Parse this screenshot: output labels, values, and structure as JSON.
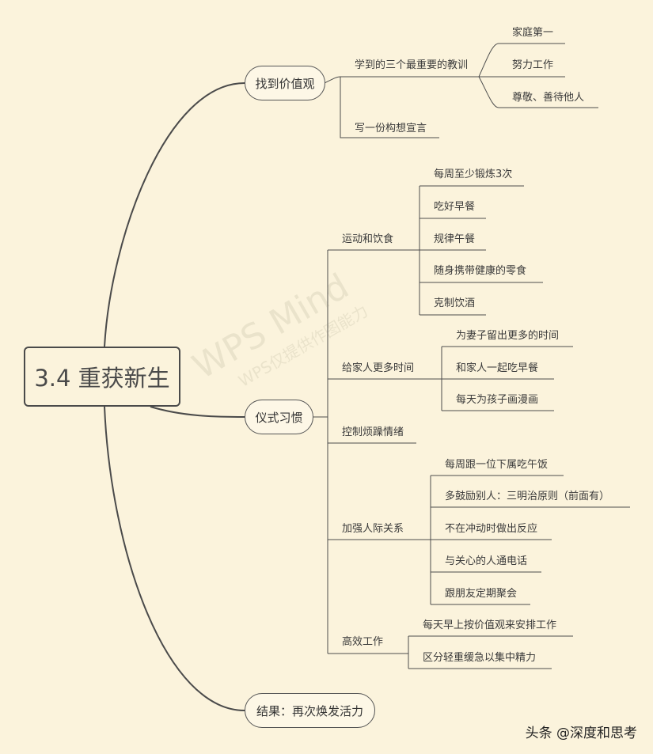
{
  "root": "3.4 重获新生",
  "watermark": {
    "line1": "WPS Mind",
    "line2": "WPS仅提供作图能力"
  },
  "credit": "头条 @深度和思考",
  "branches": [
    {
      "label": "找到价值观",
      "children": [
        {
          "label": "学到的三个最重要的教训",
          "children": [
            {
              "label": "家庭第一"
            },
            {
              "label": "努力工作"
            },
            {
              "label": "尊敬、善待他人"
            }
          ]
        },
        {
          "label": "写一份构想宣言"
        }
      ]
    },
    {
      "label": "仪式习惯",
      "children": [
        {
          "label": "运动和饮食",
          "children": [
            {
              "label": "每周至少锻炼3次"
            },
            {
              "label": "吃好早餐"
            },
            {
              "label": "规律午餐"
            },
            {
              "label": "随身携带健康的零食"
            },
            {
              "label": "克制饮酒"
            }
          ]
        },
        {
          "label": "给家人更多时间",
          "children": [
            {
              "label": "为妻子留出更多的时间"
            },
            {
              "label": "和家人一起吃早餐"
            },
            {
              "label": "每天为孩子画漫画"
            }
          ]
        },
        {
          "label": "控制烦躁情绪"
        },
        {
          "label": "加强人际关系",
          "children": [
            {
              "label": "每周跟一位下属吃午饭"
            },
            {
              "label": "多鼓励别人：三明治原则（前面有）"
            },
            {
              "label": "不在冲动时做出反应"
            },
            {
              "label": "与关心的人通电话"
            },
            {
              "label": "跟朋友定期聚会"
            }
          ]
        },
        {
          "label": "高效工作",
          "children": [
            {
              "label": "每天早上按价值观来安排工作"
            },
            {
              "label": "区分轻重缓急以集中精力"
            }
          ]
        }
      ]
    },
    {
      "label": "结果：再次焕发活力"
    }
  ]
}
